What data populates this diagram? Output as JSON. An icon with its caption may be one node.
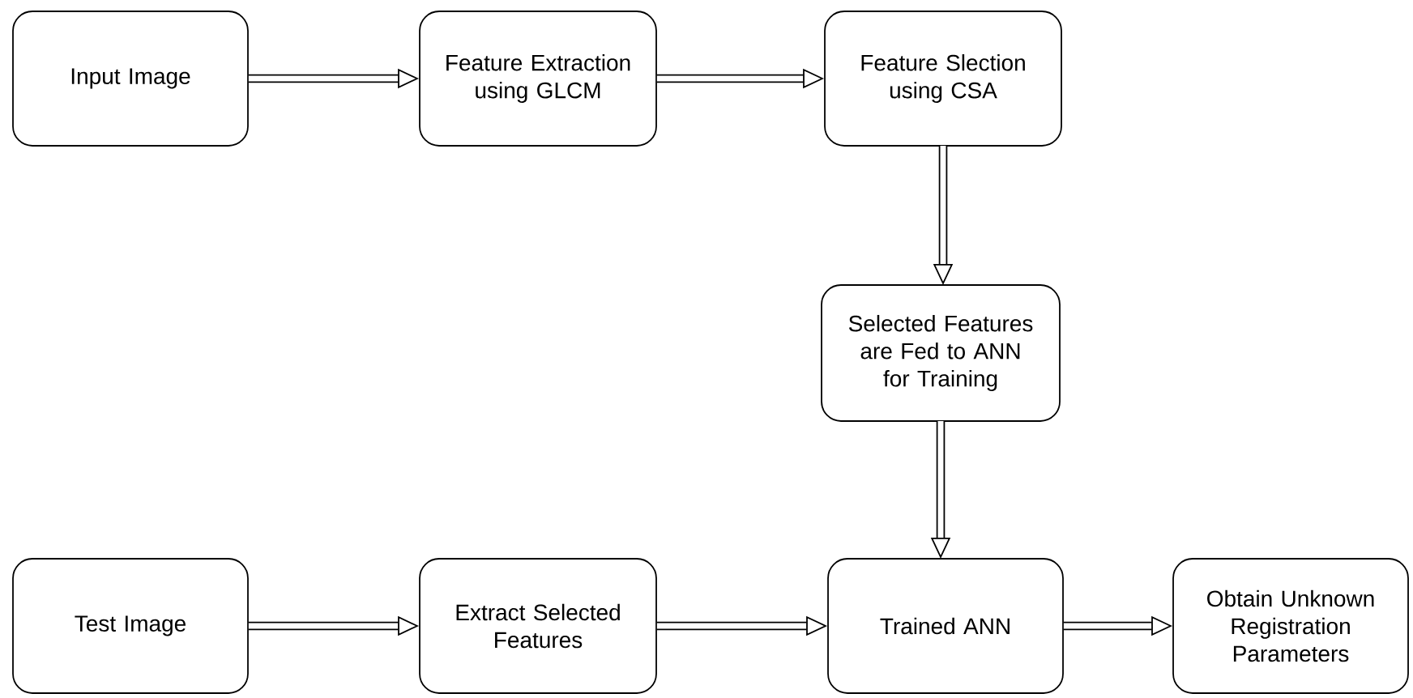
{
  "diagram": {
    "nodes": [
      {
        "text": [
          "Input Image"
        ]
      },
      {
        "text": [
          "Feature Extraction using GLCM"
        ]
      },
      {
        "text": [
          "Feature Slection using CSA"
        ]
      },
      {
        "text": [
          "Selected Features are Fed to ANN for Training"
        ]
      },
      {
        "text": [
          "Test Image"
        ]
      },
      {
        "text": [
          "Extract Selected Features"
        ]
      },
      {
        "text": [
          "Trained ANN"
        ]
      },
      {
        "text": [
          "Obtain Unknown Registration Parameters"
        ]
      }
    ],
    "edges": [
      {
        "from": 0,
        "to": 1,
        "arrow": "to"
      },
      {
        "from": 1,
        "to": 2,
        "arrow": "to"
      },
      {
        "from": 2,
        "to": 3,
        "arrow": "to"
      },
      {
        "from": 3,
        "to": 6,
        "arrow": "to"
      },
      {
        "from": 4,
        "to": 5,
        "arrow": "to"
      },
      {
        "from": 5,
        "to": 6,
        "arrow": "to"
      },
      {
        "from": 6,
        "to": 7,
        "arrow": "to"
      }
    ]
  }
}
